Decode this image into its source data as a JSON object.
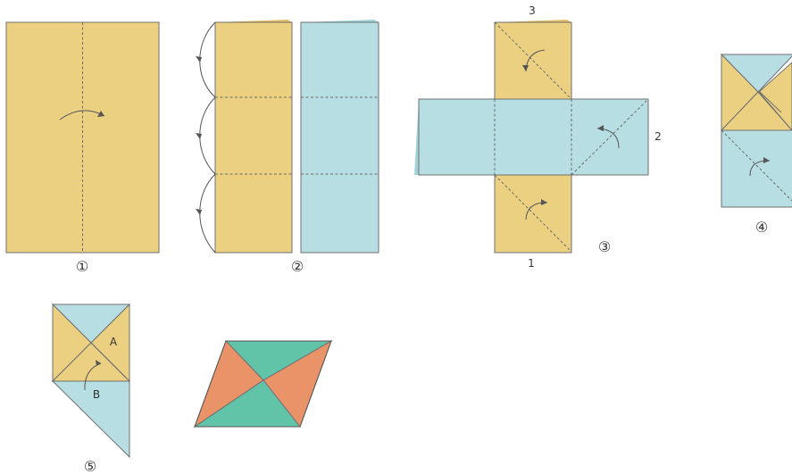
{
  "colors": {
    "orange_paper": "#ecd082",
    "blue_paper": "#b7dfe3",
    "teal_face": "#61c3a8",
    "orange_face": "#ea9268",
    "line": "#6f6f6f"
  },
  "steps": {
    "step1": {
      "label": "①"
    },
    "step2": {
      "label": "②"
    },
    "step3": {
      "label": "③"
    },
    "step4": {
      "label": "④"
    },
    "step5": {
      "label": "⑤"
    }
  },
  "step3_markers": {
    "top": "3",
    "right": "2",
    "bottom": "1"
  },
  "step5_markers": {
    "a": "A",
    "b": "B"
  }
}
